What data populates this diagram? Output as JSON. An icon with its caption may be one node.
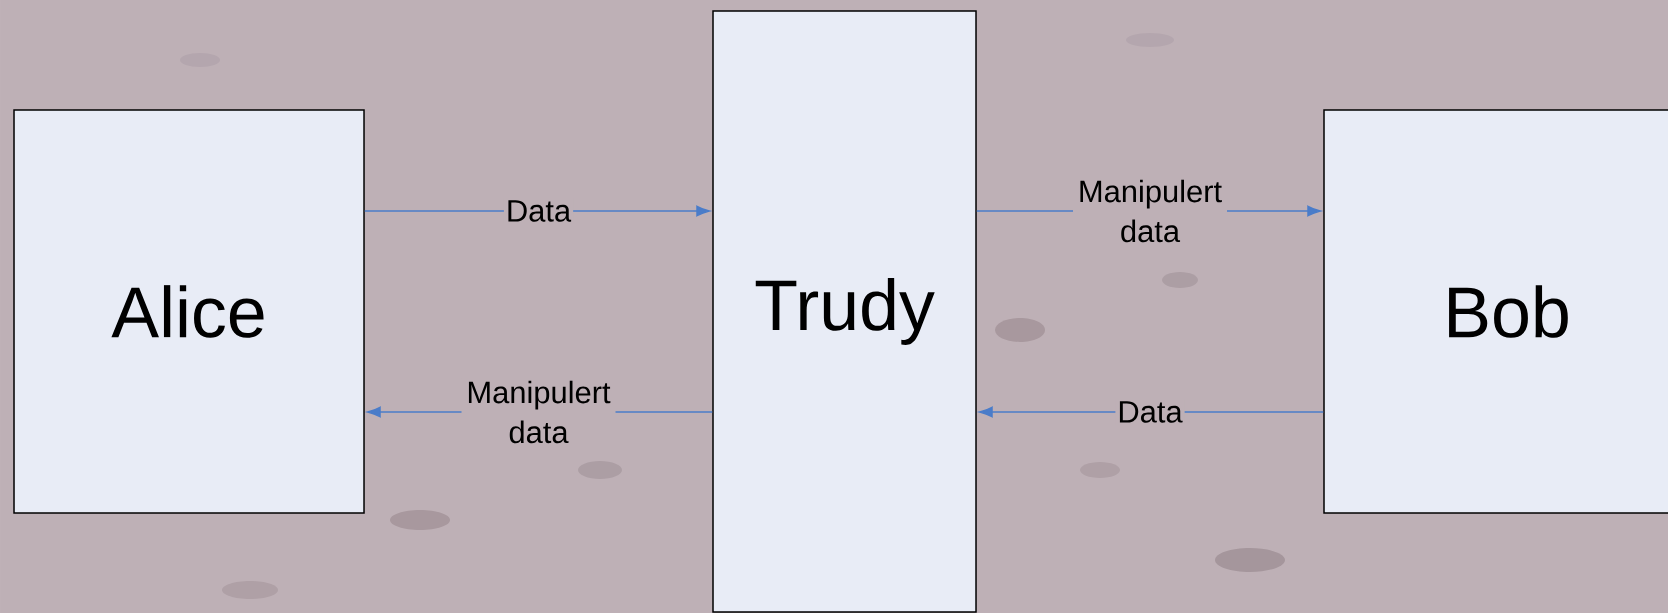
{
  "diagram": {
    "nodes": [
      {
        "text": [
          "Alice"
        ]
      },
      {
        "text": [
          "Trudy"
        ]
      },
      {
        "text": [
          "Bob"
        ]
      }
    ],
    "edges": [
      {
        "from": 0,
        "to": 1,
        "arrow": "to",
        "label": "Data"
      },
      {
        "from": 1,
        "to": 2,
        "arrow": "to",
        "label": "Manipulert data"
      },
      {
        "from": 2,
        "to": 1,
        "arrow": "to",
        "label": "Data"
      },
      {
        "from": 1,
        "to": 0,
        "arrow": "to",
        "label": "Manipulert data"
      }
    ]
  }
}
